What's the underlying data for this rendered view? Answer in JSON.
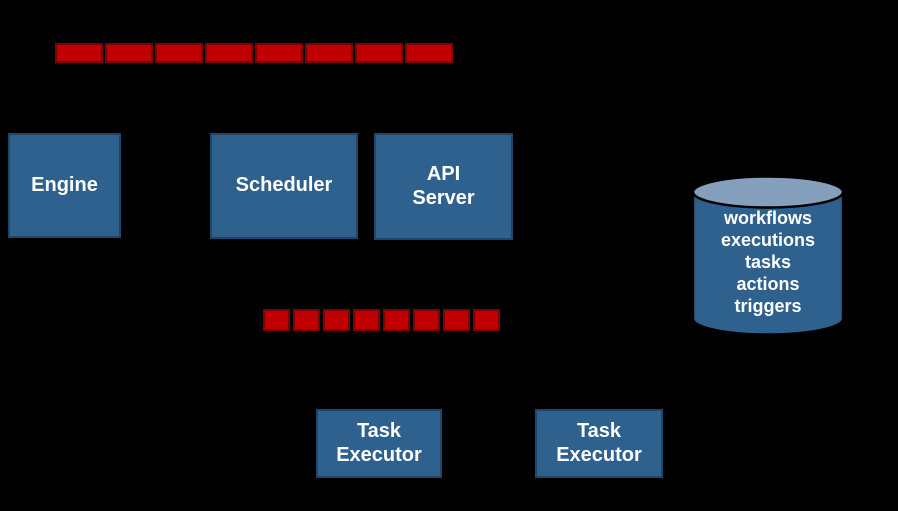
{
  "diagram": {
    "background": "#000000",
    "colors": {
      "background": "#000000",
      "box_fill": "#2E618E",
      "box_border": "#1E4668",
      "queue_fill": "#C00000",
      "queue_border": "#7F0000",
      "cylinder_top_fill": "#85A0BD",
      "text": "#FFFFFF"
    },
    "boxes": [
      {
        "id": "engine",
        "label": "Engine"
      },
      {
        "id": "scheduler",
        "label": "Scheduler"
      },
      {
        "id": "api-server",
        "label": "API\nServer"
      },
      {
        "id": "task-executor-1",
        "label": "Task\nExecutor"
      },
      {
        "id": "task-executor-2",
        "label": "Task\nExecutor"
      }
    ],
    "queues": [
      {
        "id": "top-queue",
        "segments": 8
      },
      {
        "id": "middle-queue",
        "segments": 8
      }
    ],
    "datastore": {
      "items": [
        "workflows",
        "executions",
        "tasks",
        "actions",
        "triggers"
      ]
    }
  }
}
